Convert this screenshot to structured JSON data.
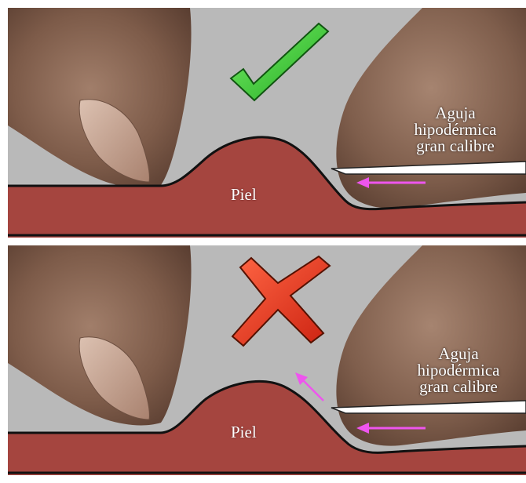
{
  "panels": [
    {
      "id": "correct",
      "mark": "check",
      "skin_label": "Piel",
      "needle_label_lines": [
        "Aguja",
        "hipodérmica",
        "gran calibre"
      ]
    },
    {
      "id": "incorrect",
      "mark": "cross",
      "skin_label": "Piel",
      "needle_label_lines": [
        "Aguja",
        "hipodérmica",
        "gran calibre"
      ]
    }
  ],
  "colors": {
    "background": "#b9b9b9",
    "skin": "#a5453f",
    "skin_outline": "#111111",
    "finger": "#8a6a58",
    "nail": "#c9a48f",
    "needle": "#ffffff",
    "arrow": "#ee55ee",
    "check": "#33cc33",
    "cross": "#ee3322"
  }
}
